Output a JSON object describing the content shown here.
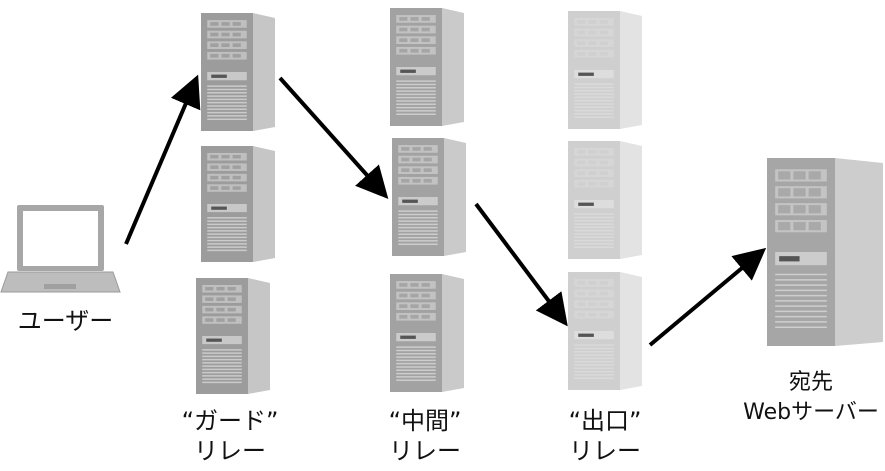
{
  "nodes": {
    "user": {
      "label": "ユーザー"
    },
    "guard": {
      "label_line1": "“ガード”",
      "label_line2": "リレー"
    },
    "middle": {
      "label_line1": "“中間”",
      "label_line2": "リレー"
    },
    "exit": {
      "label_line1": "“出口”",
      "label_line2": "リレー"
    },
    "destination": {
      "label_line1": "宛先",
      "label_line2": "Webサーバー"
    }
  },
  "colors": {
    "server_front": "#9c9c9c",
    "server_side": "#c8c8c8",
    "server_exit_front": "#cfcfcf",
    "server_exit_side": "#e2e2e2",
    "arrow": "#000000",
    "laptop": "#a9a9a9"
  },
  "icons": [
    "laptop-icon",
    "server-icon"
  ]
}
